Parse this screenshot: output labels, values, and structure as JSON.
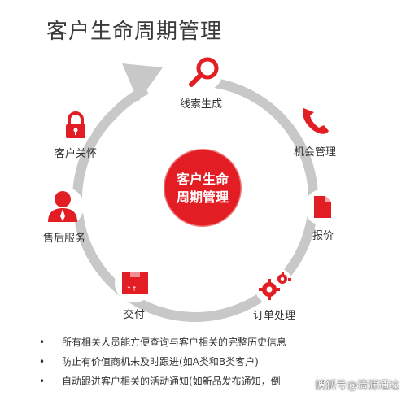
{
  "title": "客户生命周期管理",
  "center": {
    "line1": "客户生命",
    "line2": "周期管理"
  },
  "stages": [
    {
      "label": "线索生成",
      "icon": "magnifier-icon"
    },
    {
      "label": "机会管理",
      "icon": "phone-icon"
    },
    {
      "label": "报价",
      "icon": "document-icon"
    },
    {
      "label": "订单处理",
      "icon": "gears-icon"
    },
    {
      "label": "交付",
      "icon": "package-icon"
    },
    {
      "label": "售后服务",
      "icon": "user-icon"
    },
    {
      "label": "客户关怀",
      "icon": "lock-icon"
    }
  ],
  "bullets": [
    "所有相关人员能方便查询与客户相关的完整历史信息",
    "防止有价值商机未及时跟进(如A类和B类客户)",
    "自动跟进客户相关的活动通知(如新品发布通知，倒 "
  ],
  "watermark": "搜狐号@清源通达",
  "colors": {
    "accent": "#e21e24",
    "ring": "#c8c8c8"
  }
}
